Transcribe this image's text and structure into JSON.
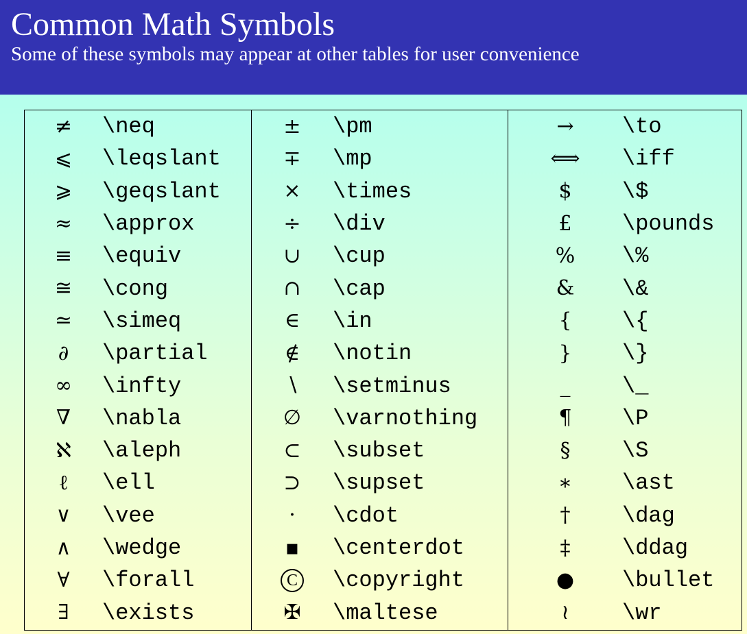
{
  "header": {
    "title": "Common Math Symbols",
    "subtitle": "Some of these symbols may appear at other tables for user convenience"
  },
  "columns": [
    {
      "rows": [
        {
          "symbol": "≠",
          "command": "\\neq"
        },
        {
          "symbol": "⩽",
          "command": "\\leqslant"
        },
        {
          "symbol": "⩾",
          "command": "\\geqslant"
        },
        {
          "symbol": "≈",
          "command": "\\approx"
        },
        {
          "symbol": "≡",
          "command": "\\equiv"
        },
        {
          "symbol": "≅",
          "command": "\\cong"
        },
        {
          "symbol": "≃",
          "command": "\\simeq"
        },
        {
          "symbol": "∂",
          "command": "\\partial"
        },
        {
          "symbol": "∞",
          "command": "\\infty"
        },
        {
          "symbol": "∇",
          "command": "\\nabla"
        },
        {
          "symbol": "ℵ",
          "command": "\\aleph"
        },
        {
          "symbol": "ℓ",
          "command": "\\ell"
        },
        {
          "symbol": "∨",
          "command": "\\vee"
        },
        {
          "symbol": "∧",
          "command": "\\wedge"
        },
        {
          "symbol": "∀",
          "command": "\\forall"
        },
        {
          "symbol": "∃",
          "command": "\\exists"
        }
      ]
    },
    {
      "rows": [
        {
          "symbol": "±",
          "command": "\\pm"
        },
        {
          "symbol": "∓",
          "command": "\\mp"
        },
        {
          "symbol": "×",
          "command": "\\times"
        },
        {
          "symbol": "÷",
          "command": "\\div"
        },
        {
          "symbol": "∪",
          "command": "\\cup"
        },
        {
          "symbol": "∩",
          "command": "\\cap"
        },
        {
          "symbol": "∈",
          "command": "\\in"
        },
        {
          "symbol": "∉",
          "command": "\\notin"
        },
        {
          "symbol": "∖",
          "command": "\\setminus"
        },
        {
          "symbol": "∅",
          "command": "\\varnothing"
        },
        {
          "symbol": "⊂",
          "command": "\\subset"
        },
        {
          "symbol": "⊃",
          "command": "\\supset"
        },
        {
          "symbol": "·",
          "command": "\\cdot"
        },
        {
          "symbol": "▪",
          "command": "\\centerdot"
        },
        {
          "symbol": "C",
          "command": "\\copyright"
        },
        {
          "symbol": "✠",
          "command": "\\maltese"
        }
      ]
    },
    {
      "rows": [
        {
          "symbol": "→",
          "command": "\\to"
        },
        {
          "symbol": "⟺",
          "command": "\\iff"
        },
        {
          "symbol": "$",
          "command": "\\$"
        },
        {
          "symbol": "£",
          "command": "\\pounds"
        },
        {
          "symbol": "%",
          "command": "\\%"
        },
        {
          "symbol": "&",
          "command": "\\&"
        },
        {
          "symbol": "{",
          "command": "\\{"
        },
        {
          "symbol": "}",
          "command": "\\}"
        },
        {
          "symbol": "_",
          "command": "\\_"
        },
        {
          "symbol": "¶",
          "command": "\\P"
        },
        {
          "symbol": "§",
          "command": "\\S"
        },
        {
          "symbol": "∗",
          "command": "\\ast"
        },
        {
          "symbol": "†",
          "command": "\\dag"
        },
        {
          "symbol": "‡",
          "command": "\\ddag"
        },
        {
          "symbol": "●",
          "command": "\\bullet"
        },
        {
          "symbol": "≀",
          "command": "\\wr"
        }
      ]
    }
  ]
}
